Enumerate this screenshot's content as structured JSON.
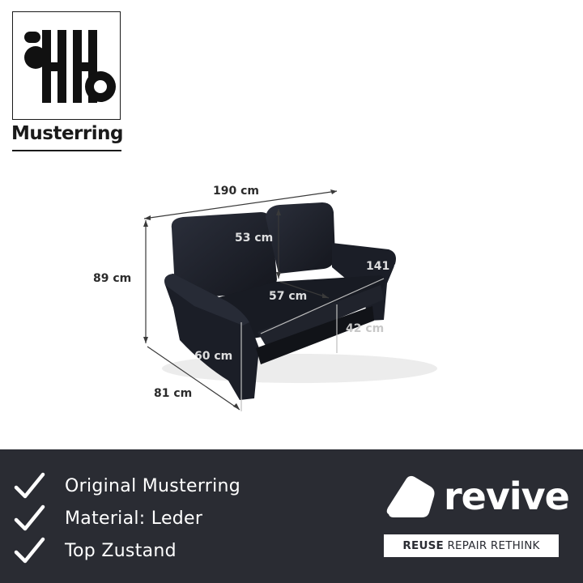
{
  "brand": {
    "name": "Musterring",
    "logo_icon": "musterring-logo-icon"
  },
  "dimensions": {
    "width": "190 cm",
    "height": "89 cm",
    "depth": "81 cm",
    "backrest_height": "53 cm",
    "seat_depth": "57 cm",
    "seat_width": "141 cm",
    "seat_height": "42 cm",
    "armrest_height": "60 cm"
  },
  "features": [
    {
      "icon": "check-icon",
      "label": "Original Musterring"
    },
    {
      "icon": "check-icon",
      "label": "Material: Leder"
    },
    {
      "icon": "check-icon",
      "label": "Top Zustand"
    }
  ],
  "revive": {
    "logo_icon": "revive-logo-icon",
    "wordmark": "revive",
    "tagline_bold": "REUSE",
    "tagline_rest": "REPAIR RETHINK"
  },
  "colors": {
    "footer_bg": "#2a2c33",
    "sofa": "#1b1e27",
    "text_white": "#ffffff"
  }
}
